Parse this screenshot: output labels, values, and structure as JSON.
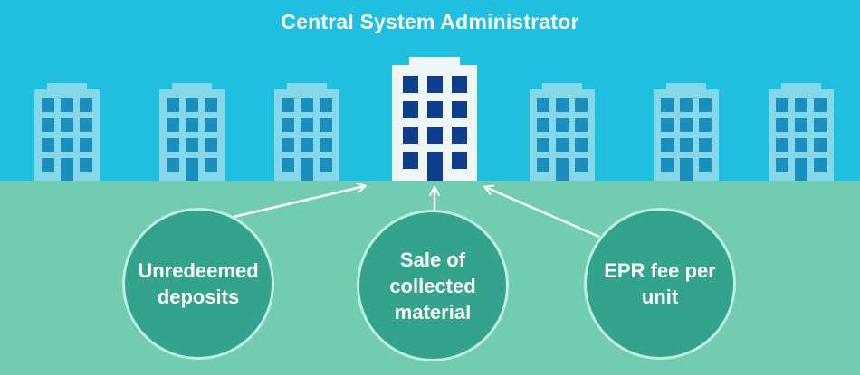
{
  "title": "Central System Administrator",
  "colors": {
    "sky": "#1ebfe0",
    "ground": "#72cdb0",
    "building_light": "#85d8ea",
    "window_light": "#1a8fbd",
    "building_main": "#eef6f8",
    "window_main": "#0f3e8b",
    "circle_fill": "#34a38c",
    "circle_border": "#bfeee0",
    "arrow": "#ffffff"
  },
  "icons": {
    "side_building": "office-building-icon",
    "central_building": "central-office-building-icon"
  },
  "sources": [
    {
      "id": "unredeemed",
      "label": "Unredeemed deposits"
    },
    {
      "id": "sale",
      "label": "Sale of collected material"
    },
    {
      "id": "epr",
      "label": "EPR fee per unit"
    }
  ]
}
